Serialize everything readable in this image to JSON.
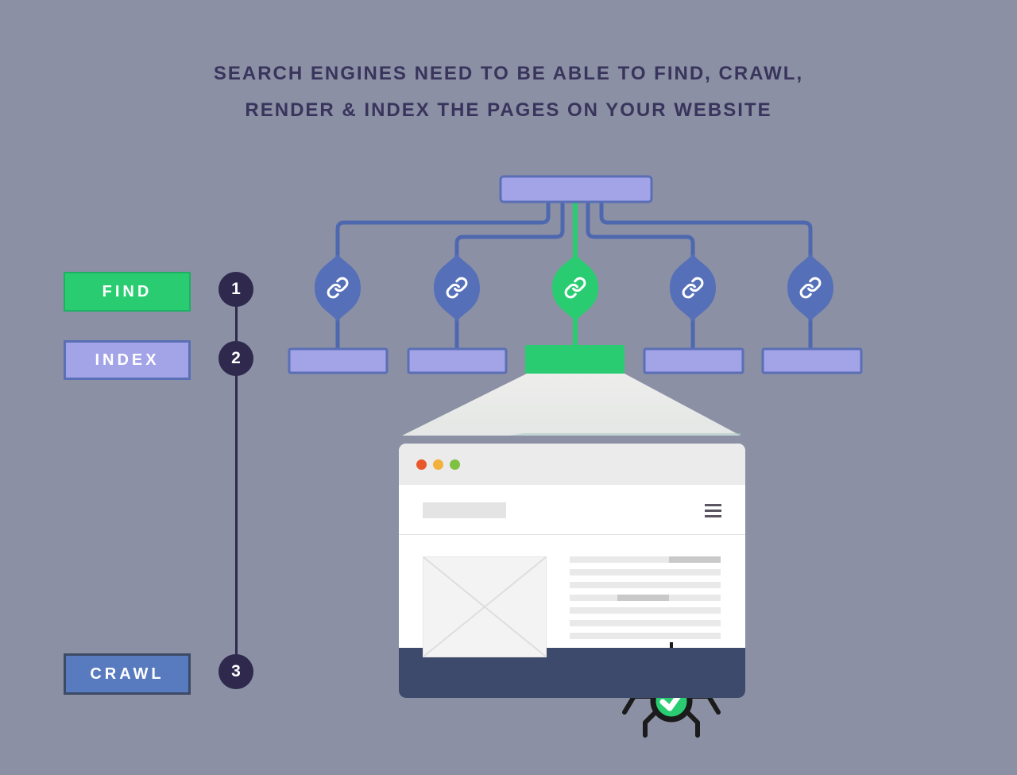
{
  "title": {
    "line1": "SEARCH ENGINES NEED TO BE ABLE TO FIND, CRAWL,",
    "line2": "RENDER & INDEX THE PAGES ON YOUR WEBSITE"
  },
  "steps": [
    {
      "number": "1",
      "label": "FIND",
      "color": "#2acc71"
    },
    {
      "number": "2",
      "label": "INDEX",
      "color": "#a3a3e8"
    },
    {
      "number": "3",
      "label": "CRAWL",
      "color": "#587abf"
    }
  ],
  "diagram": {
    "root_node": "website root page",
    "link_nodes": 5,
    "highlighted_path_index": 3,
    "child_pages": 5
  },
  "colors": {
    "background": "#8b90a4",
    "title_text": "#39345c",
    "accent_green": "#2acc71",
    "node_purple": "#a3a3e8",
    "node_border_blue": "#5a6fb5",
    "connector_blue": "#4e68b0",
    "diamond_blue": "#5570b8",
    "step_circle_navy": "#2e294d",
    "crawl_button_blue": "#587abf",
    "browser_footer_navy": "#3e4a6b",
    "traffic_dot_red": "#e8582b",
    "traffic_dot_yellow": "#f2b03c",
    "traffic_dot_green": "#7fc142",
    "spider_black": "#1b1b1b"
  },
  "icons": {
    "link": "link-icon (white chain glyph inside diamond nodes)",
    "hamburger": "hamburger-menu-icon (three bars)",
    "traffic_lights": "browser traffic-light dots (red, yellow, green)",
    "spider": "crawler-spider-icon (black spider with green check body)",
    "check": "check-icon (white checkmark)"
  }
}
